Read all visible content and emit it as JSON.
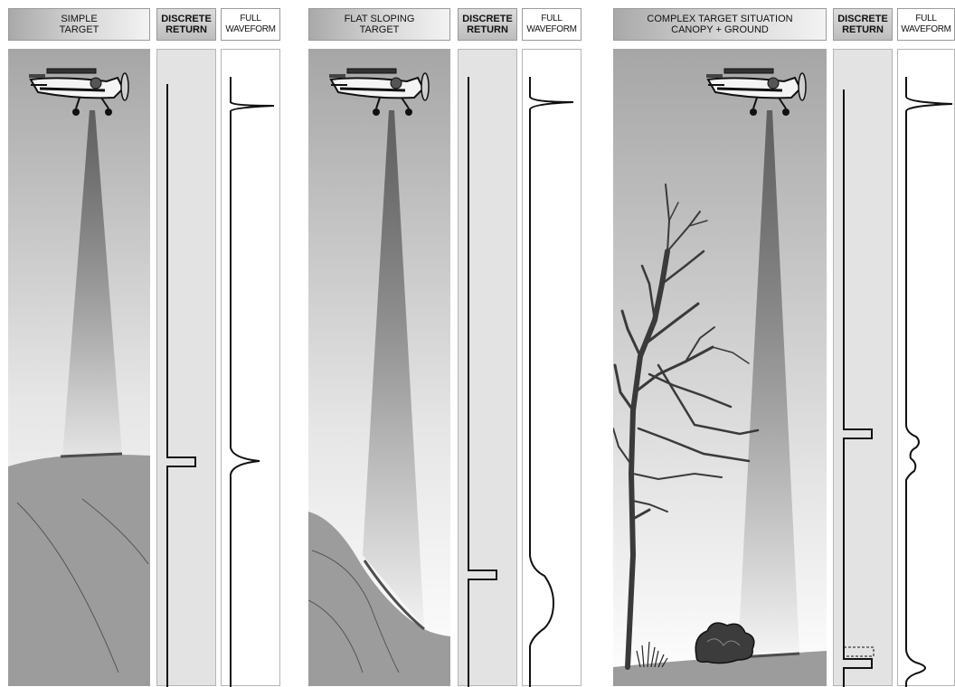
{
  "panels": [
    {
      "scene_header": "SIMPLE\nTARGET",
      "discrete_header": "DISCRETE\nRETURN",
      "waveform_header": "FULL\nWAVEFORM"
    },
    {
      "scene_header": "FLAT SLOPING\nTARGET",
      "discrete_header": "DISCRETE\nRETURN",
      "waveform_header": "FULL\nWAVEFORM"
    },
    {
      "scene_header": "COMPLEX TARGET SITUATION\nCANOPY + GROUND",
      "discrete_header": "DISCRETE\nRETURN",
      "waveform_header": "FULL\nWAVEFORM"
    }
  ],
  "colors": {
    "sky_top": "#a6a6a6",
    "sky_bottom": "#ffffff",
    "ground": "#9c9c9c",
    "beam": "#6e6e6e",
    "strip_discrete": "#e3e3e3",
    "line": "#111111"
  },
  "icons": [
    "airplane-icon",
    "tree-icon",
    "bush-icon",
    "grass-icon"
  ]
}
